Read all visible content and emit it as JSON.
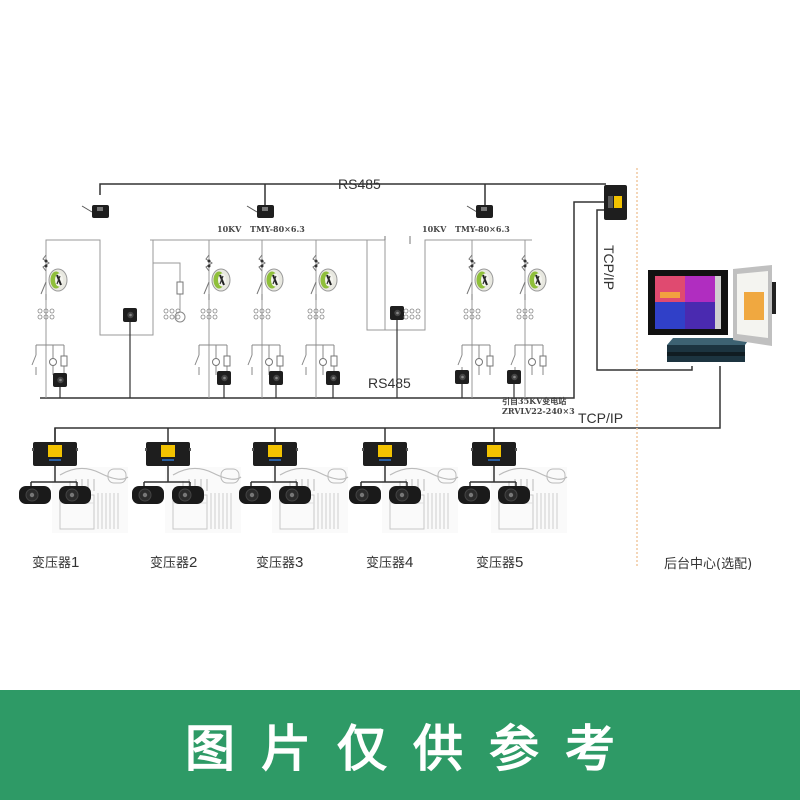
{
  "diagram": {
    "bus_labels": {
      "rs485_top": "RS485",
      "rs485_bottom": "RS485",
      "tcp_ip_vertical": "TCP/IP",
      "tcp_ip_horizontal": "TCP/IP"
    },
    "section_labels": [
      {
        "voltage": "10KV",
        "busbar": "TMY-80×6.3"
      },
      {
        "voltage": "10KV",
        "busbar": "TMY-80×6.3"
      }
    ],
    "incoming_note": {
      "line1": "引自35KV变电站",
      "line2": "ZRVLV22-240×3"
    },
    "transformers": [
      {
        "label": "变压器",
        "number": "1"
      },
      {
        "label": "变压器",
        "number": "2"
      },
      {
        "label": "变压器",
        "number": "3"
      },
      {
        "label": "变压器",
        "number": "4"
      },
      {
        "label": "变压器",
        "number": "5"
      }
    ],
    "backend_label": "后台中心(选配)",
    "colors": {
      "line": "#333333",
      "device_body": "#1e1e1e",
      "device_accent": "#f2c200",
      "sensor_ring": "#8fbf3a",
      "divider": "#f0c8a0"
    }
  },
  "banner": {
    "text": "图片仅供参考",
    "color": "#2e9a66"
  }
}
